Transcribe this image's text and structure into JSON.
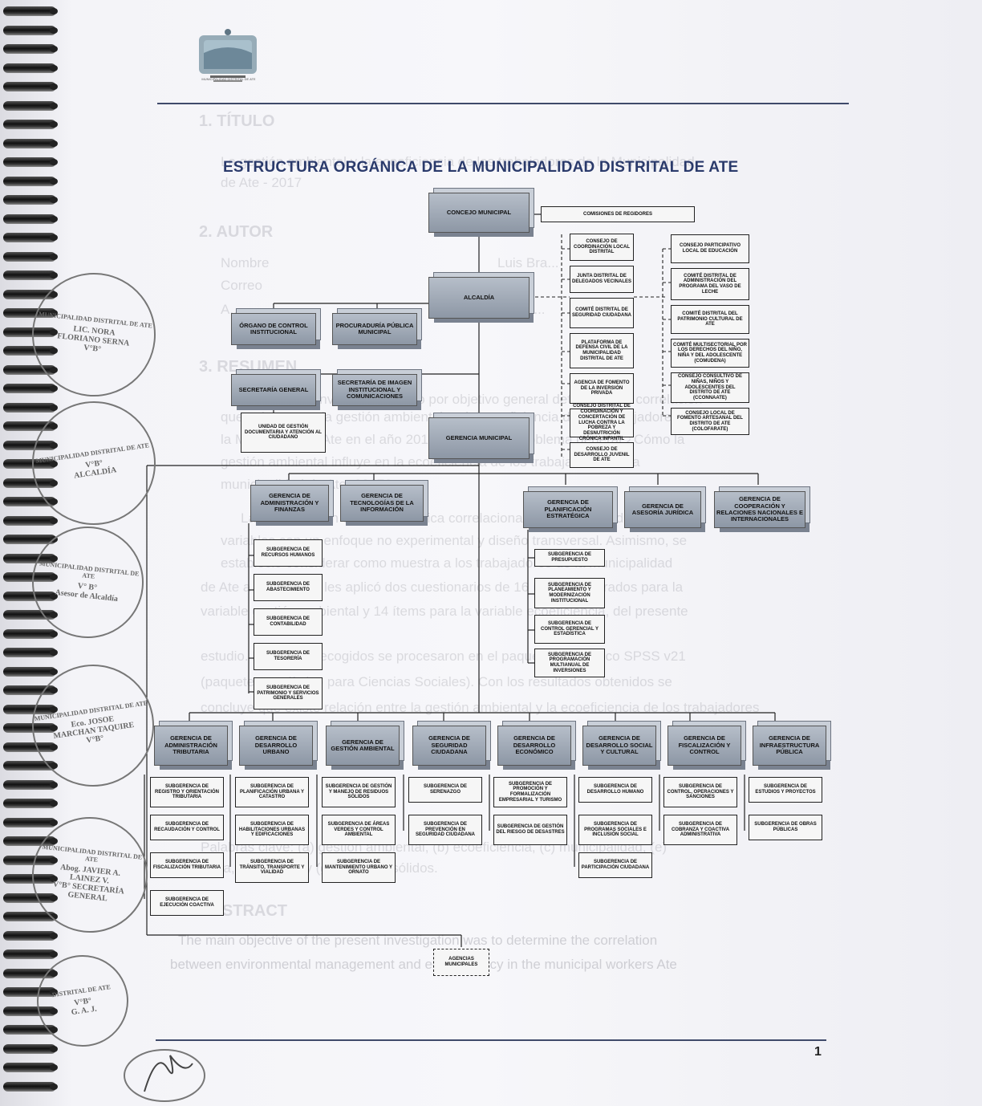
{
  "document": {
    "title": "ESTRUCTURA ORGÁNICA DE LA MUNICIPALIDAD DISTRITAL DE ATE",
    "page_number": "1",
    "logo_caption": "MUNICIPALIDAD DISTRITAL DE ATE"
  },
  "background_text": {
    "h1": "1. TÍTULO",
    "title_line1": "La gestión ambiental y la ecoeficiencia de los trabajadores de la Municipalidad",
    "title_line2": "de Ate - 2017",
    "h2": "2. AUTOR",
    "author_name_label": "Nombre",
    "author_name_value": "Luis Bra...",
    "author_email_label": "Correo",
    "author_email_value": "...",
    "author_asesor_label": "A...",
    "author_asesor_value": "...cipe...",
    "h3": "3. RESUMEN",
    "p1": "La presente investigación tuvo por objetivo general determinar la correlación",
    "p2": "que existe entre la gestión ambiental en la ecoeficiencia de los trabajadores de",
    "p3": "la Municipalidad Ate en el año 2017. Para ello el problema general ¿Cómo la",
    "p4": "gestión ambiental influye en la ecoeficiencia de los trabajadores de la",
    "p5": "municipalidad de Ate, 2017?",
    "p6": "La investigación es de tipo básica correlacional porque se acude sus",
    "p7": "variables con un enfoque no experimental y diseño transversal. Asimismo, se",
    "p8": "estableció considerar como muestra a los trabajadores de la municipalidad",
    "p9": "de Ate a quienes se les aplicó dos cuestionarios de 16 ítems elaborados para la",
    "p10": "variable gestión ambiental y 14 ítems para la variable ecoeficiencia, del presente",
    "p11": "estudio. Los datos recogidos se procesaron en el paquete estadístico SPSS v21",
    "p12": "(paquete estadístico para Ciencias Sociales). Con los resultados obtenidos se",
    "p13": "concluye que existe relación entre la gestión ambiental y la ecoeficiencia de los trabajadores",
    "p14": "Palabras clave: (a) gestión ambiental, (b) ecoeficiencia, (c) municipalidad, (e)",
    "p15": "agua, (f) energía y (g) residuos sólidos.",
    "h4": "ABSTRACT",
    "a1": "The main objective of the present investigation was to determine the correlation",
    "a2": "between environmental management and ecoefficiency in the municipal workers Ate"
  },
  "org_chart": {
    "concejo": "CONCEJO MUNICIPAL",
    "comisiones": "COMISIONES DE REGIDORES",
    "alcaldia": "ALCALDÍA",
    "organo_control": "ÓRGANO DE CONTROL INSTITUCIONAL",
    "procuraduria": "PROCURADURÍA PÚBLICA MUNICIPAL",
    "secretaria_general": "SECRETARÍA GENERAL",
    "secretaria_imagen": "SECRETARÍA DE IMAGEN INSTITUCIONAL Y COMUNICACIONES",
    "unidad_gestion": "UNIDAD DE GESTIÓN DOCUMENTARIA Y ATENCIÓN AL CIUDADANO",
    "gerencia_municipal": "GERENCIA MUNICIPAL",
    "consejos_left": [
      "CONSEJO DE COORDINACIÓN LOCAL DISTRITAL",
      "JUNTA DISTRITAL DE DELEGADOS VECINALES",
      "COMITÉ DISTRITAL DE SEGURIDAD CIUDADANA",
      "PLATAFORMA DE DEFENSA CIVIL DE LA MUNICIPALIDAD DISTRITAL DE ATE",
      "AGENCIA DE FOMENTO DE LA INVERSIÓN PRIVADA",
      "CONSEJO DISTRITAL DE COORDINACIÓN Y CONCERTACIÓN DE LUCHA CONTRA LA POBREZA Y DESNUTRICIÓN CRÓNICA INFANTIL",
      "CONSEJO DE DESARROLLO JUVENIL DE ATE"
    ],
    "consejos_right": [
      "CONSEJO PARTICIPATIVO LOCAL DE EDUCACIÓN",
      "COMITÉ DISTRITAL DE ADMINISTRACIÓN DEL PROGRAMA DEL VASO DE LECHE",
      "COMITÉ DISTRITAL DEL PATRIMONIO CULTURAL DE ATE",
      "COMITÉ MULTISECTORIAL POR LOS DERECHOS DEL NIÑO, NIÑA Y DEL ADOLESCENTE (COMUDENA)",
      "CONSEJO CONSULTIVO DE NIÑAS, NIÑOS Y ADOLESCENTES DEL DISTRITO DE ATE (CCONNAATE)",
      "CONSEJO LOCAL DE FOMENTO ARTESANAL DEL DISTRITO DE ATE (COLOFARATE)"
    ],
    "gerencia_admin": "GERENCIA DE ADMINISTRACIÓN Y FINANZAS",
    "gerencia_tecnologias": "GERENCIA DE TECNOLOGÍAS DE LA INFORMACIÓN",
    "admin_subs": [
      "SUBGERENCIA DE RECURSOS HUMANOS",
      "SUBGERENCIA DE ABASTECIMIENTO",
      "SUBGERENCIA DE CONTABILIDAD",
      "SUBGERENCIA DE TESORERÍA",
      "SUBGERENCIA DE PATRIMONIO Y SERVICIOS GENERALES"
    ],
    "gerencia_planificacion": "GERENCIA DE PLANIFICACIÓN ESTRATÉGICA",
    "gerencia_asesoria": "GERENCIA DE ASESORÍA JURÍDICA",
    "gerencia_cooperacion": "GERENCIA DE COOPERACIÓN Y RELACIONES NACIONALES E INTERNACIONALES",
    "plan_subs": [
      "SUBGERENCIA DE PRESUPUESTO",
      "SUBGERENCIA DE PLANEAMIENTO Y MODERNIZACIÓN INSTITUCIONAL",
      "SUBGERENCIA DE CONTROL GERENCIAL Y ESTADÍSTICA",
      "SUBGERENCIA DE PROGRAMACIÓN MULTIANUAL DE INVERSIONES"
    ],
    "line_gerencias": [
      {
        "name": "GERENCIA DE ADMINISTRACIÓN TRIBUTARIA",
        "subs": [
          "SUBGERENCIA DE REGISTRO Y ORIENTACIÓN TRIBUTARIA",
          "SUBGERENCIA DE RECAUDACIÓN Y CONTROL",
          "SUBGERENCIA DE FISCALIZACIÓN TRIBUTARIA",
          "SUBGERENCIA DE EJECUCIÓN COACTIVA"
        ]
      },
      {
        "name": "GERENCIA DE DESARROLLO URBANO",
        "subs": [
          "SUBGERENCIA DE PLANIFICACIÓN URBANA Y CATASTRO",
          "SUBGERENCIA DE HABILITACIONES URBANAS Y EDIFICACIONES",
          "SUBGERENCIA DE TRÁNSITO, TRANSPORTE Y VIALIDAD"
        ]
      },
      {
        "name": "GERENCIA DE GESTIÓN AMBIENTAL",
        "subs": [
          "SUBGERENCIA DE GESTIÓN Y MANEJO DE RESIDUOS SÓLIDOS",
          "SUBGERENCIA DE ÁREAS VERDES Y CONTROL AMBIENTAL",
          "SUBGERENCIA DE MANTENIMIENTO URBANO Y ORNATO"
        ]
      },
      {
        "name": "GERENCIA DE SEGURIDAD CIUDADANA",
        "subs": [
          "SUBGERENCIA DE SERENAZGO",
          "SUBGERENCIA DE PREVENCIÓN EN SEGURIDAD CIUDADANA"
        ]
      },
      {
        "name": "GERENCIA DE DESARROLLO ECONÓMICO",
        "subs": [
          "SUBGERENCIA DE PROMOCIÓN Y FORMALIZACIÓN EMPRESARIAL Y TURISMO",
          "SUBGERENCIA DE GESTIÓN DEL RIESGO DE DESASTRES"
        ]
      },
      {
        "name": "GERENCIA DE DESARROLLO SOCIAL Y CULTURAL",
        "subs": [
          "SUBGERENCIA DE DESARROLLO HUMANO",
          "SUBGERENCIA DE PROGRAMAS SOCIALES E INCLUSIÓN SOCIAL",
          "SUBGERENCIA DE PARTICIPACIÓN CIUDADANA"
        ]
      },
      {
        "name": "GERENCIA DE FISCALIZACIÓN Y CONTROL",
        "subs": [
          "SUBGERENCIA DE CONTROL, OPERACIONES Y SANCIONES",
          "SUBGERENCIA DE COBRANZA Y COACTIVA ADMINISTRATIVA"
        ]
      },
      {
        "name": "GERENCIA DE INFRAESTRUCTURA PÚBLICA",
        "subs": [
          "SUBGERENCIA DE ESTUDIOS Y PROYECTOS",
          "SUBGERENCIA DE OBRAS PÚBLICAS"
        ]
      }
    ],
    "agencias": "AGENCIAS MUNICIPALES"
  },
  "stamps": [
    {
      "ring": "MUNICIPALIDAD DISTRITAL DE ATE",
      "line1": "LIC. NORA",
      "line2": "FLORIANO SERNA",
      "line3": "V°B°"
    },
    {
      "ring": "MUNICIPALIDAD DISTRITAL DE ATE",
      "line1": "V°B°",
      "line2": "ALCALDÍA",
      "line3": ""
    },
    {
      "ring": "MUNICIPALIDAD DISTRITAL DE ATE",
      "line1": "V° B°",
      "line2": "Asesor de Alcaldía",
      "line3": ""
    },
    {
      "ring": "MUNICIPALIDAD DISTRITAL DE ATE",
      "line1": "Eco. JOSOE",
      "line2": "MARCHAN TAQUIRE",
      "line3": "V°B°"
    },
    {
      "ring": "MUNICIPALIDAD DISTRITAL DE ATE",
      "line1": "Abog. JAVIER A.",
      "line2": "LAINEZ V.",
      "line3": "V°B° SECRETARÍA GENERAL"
    },
    {
      "ring": "DISTRITAL DE ATE",
      "line1": "V°B°",
      "line2": "G. A. J.",
      "line3": ""
    }
  ]
}
